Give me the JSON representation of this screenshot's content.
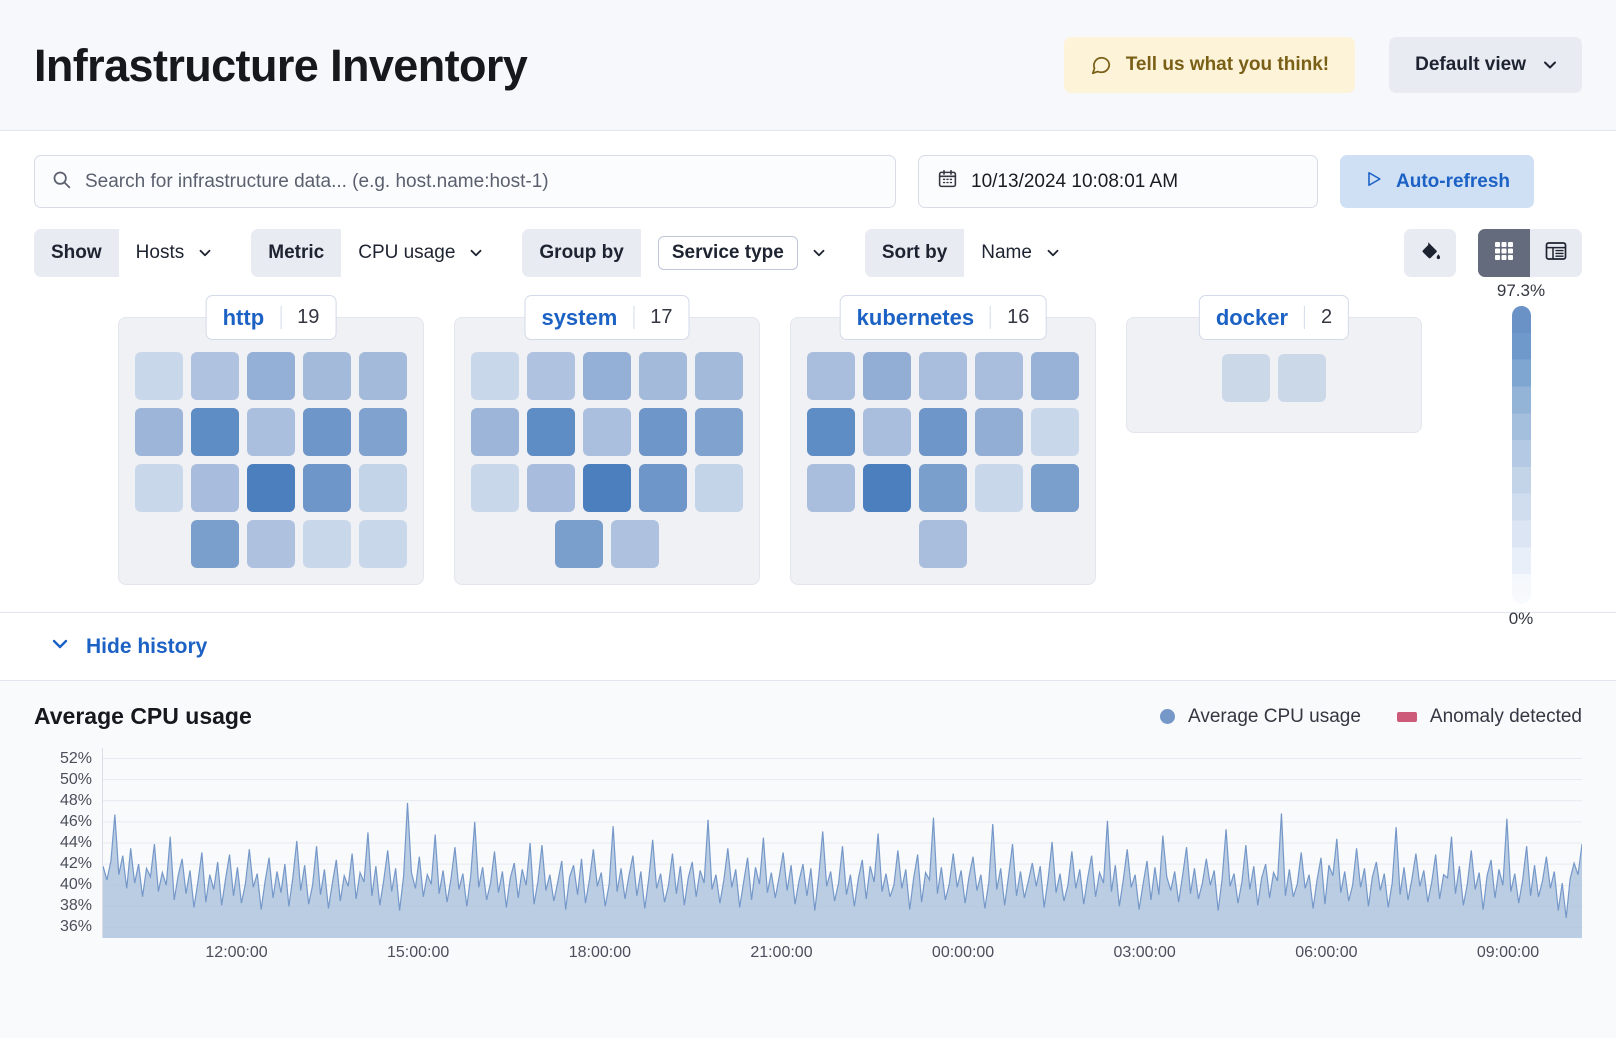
{
  "header": {
    "title": "Infrastructure Inventory",
    "feedback_label": "Tell us what you think!",
    "view_label": "Default view"
  },
  "toolbar": {
    "search_placeholder": "Search for infrastructure data... (e.g. host.name:host-1)",
    "search_value": "",
    "date_value": "10/13/2024 10:08:01 AM",
    "refresh_label": "Auto-refresh",
    "filters": [
      {
        "label": "Show",
        "value": "Hosts",
        "outlined": false
      },
      {
        "label": "Metric",
        "value": "CPU usage",
        "outlined": false
      },
      {
        "label": "Group by",
        "value": "Service type",
        "outlined": true
      },
      {
        "label": "Sort by",
        "value": "Name",
        "outlined": false
      }
    ],
    "view_modes": {
      "map": "grid-view",
      "table": "table-view",
      "selected": "map"
    }
  },
  "waffle": {
    "legend_max": "97.3%",
    "legend_min": "0%",
    "groups": [
      {
        "name": "http",
        "count": "19",
        "rows": [
          [
            "#C8D7E9",
            "#AFC3E0",
            "#95B0D6",
            "#A3BADB",
            "#A3BADB"
          ],
          [
            "#9CB5D9",
            "#5E8CC4",
            "#AABFDE",
            "#6E96C9",
            "#7FA2CE"
          ],
          [
            "#C8D7E9",
            "#A8BDDD",
            "#4C7FBD",
            "#6E96C9",
            "#C4D4E8"
          ],
          [
            "#7B9FCC",
            "#AEC2E0",
            "#C8D7E9",
            "#C8D7E9"
          ]
        ]
      },
      {
        "name": "system",
        "count": "17",
        "rows": [
          [
            "#C8D7E9",
            "#AFC3E0",
            "#95B0D6",
            "#A3BADB",
            "#A3BADB"
          ],
          [
            "#9CB5D9",
            "#5E8CC4",
            "#AABFDE",
            "#6E96C9",
            "#7FA2CE"
          ],
          [
            "#C8D7E9",
            "#A8BDDD",
            "#4C7FBD",
            "#6E96C9",
            "#C4D4E8"
          ],
          [
            "#7B9FCC",
            "#AEC2E0"
          ]
        ]
      },
      {
        "name": "kubernetes",
        "count": "16",
        "rows": [
          [
            "#A9BEDD",
            "#93AED5",
            "#A9BEDD",
            "#A9BEDD",
            "#97B1D7"
          ],
          [
            "#5E8CC4",
            "#A9BEDD",
            "#6E96C9",
            "#93AED5",
            "#C8D7E9"
          ],
          [
            "#A9BEDD",
            "#4C7FBD",
            "#7B9FCC",
            "#C8D7E9",
            "#7B9FCC"
          ],
          [
            "#A9BEDD"
          ]
        ]
      },
      {
        "name": "docker",
        "count": "2",
        "rows": [
          [
            "#CBD8E8",
            "#CBD8E8"
          ]
        ]
      }
    ]
  },
  "history": {
    "toggle_label": "Hide history"
  },
  "chart_data": {
    "type": "area",
    "title": "Average CPU usage",
    "xlabel": "",
    "ylabel": "",
    "grid": true,
    "legend_position": "top-right",
    "legend": [
      {
        "name": "Average CPU usage",
        "color": "#7598C9",
        "marker": "dot"
      },
      {
        "name": "Anomaly detected",
        "color": "#CC5A78",
        "marker": "square"
      }
    ],
    "ylim": [
      35,
      53
    ],
    "ytick_labels": [
      "52%",
      "50%",
      "48%",
      "46%",
      "44%",
      "42%",
      "40%",
      "38%",
      "36%"
    ],
    "ytick_values": [
      52,
      50,
      48,
      46,
      44,
      42,
      40,
      38,
      36
    ],
    "xtick_labels": [
      "12:00:00",
      "15:00:00",
      "18:00:00",
      "21:00:00",
      "00:00:00",
      "03:00:00",
      "06:00:00",
      "09:00:00"
    ],
    "xtick_positions": [
      0.0909,
      0.2136,
      0.3364,
      0.4591,
      0.5818,
      0.7045,
      0.8273,
      0.95
    ],
    "series": [
      {
        "name": "Average CPU usage",
        "color": "#7598C9",
        "fill": "#AFC4DE",
        "values": [
          41.8,
          40.5,
          42.3,
          46.7,
          41.0,
          42.8,
          39.7,
          43.5,
          40.2,
          42.0,
          38.9,
          41.6,
          40.8,
          43.9,
          39.4,
          41.2,
          40.0,
          44.6,
          38.6,
          40.9,
          42.5,
          39.2,
          41.4,
          37.9,
          40.3,
          43.1,
          38.4,
          41.0,
          39.6,
          42.2,
          38.1,
          40.6,
          42.9,
          39.0,
          41.7,
          38.3,
          40.1,
          43.4,
          39.8,
          41.1,
          37.7,
          40.4,
          42.6,
          38.8,
          41.3,
          39.3,
          42.0,
          38.0,
          40.7,
          44.2,
          39.5,
          41.9,
          38.2,
          40.0,
          43.7,
          39.1,
          41.5,
          37.8,
          40.2,
          42.4,
          38.5,
          40.9,
          39.9,
          43.0,
          38.7,
          41.2,
          40.3,
          45.0,
          39.0,
          41.8,
          38.1,
          40.5,
          43.3,
          39.4,
          41.6,
          37.6,
          40.8,
          47.8,
          41.2,
          39.7,
          42.7,
          38.9,
          41.0,
          40.1,
          44.8,
          39.2,
          41.4,
          38.4,
          40.6,
          43.6,
          39.6,
          41.1,
          38.0,
          40.9,
          46.0,
          39.8,
          41.7,
          38.6,
          40.2,
          43.2,
          39.3,
          41.3,
          37.9,
          40.7,
          42.1,
          38.8,
          41.5,
          40.0,
          44.0,
          38.2,
          40.4,
          43.8,
          39.5,
          41.0,
          38.5,
          40.3,
          42.3,
          37.7,
          40.8,
          41.9,
          39.1,
          42.5,
          38.3,
          40.5,
          43.4,
          39.9,
          41.2,
          38.0,
          40.1,
          45.6,
          39.4,
          41.6,
          38.7,
          40.9,
          42.8,
          39.0,
          41.3,
          37.8,
          40.6,
          44.3,
          39.7,
          41.1,
          38.4,
          40.0,
          43.0,
          39.2,
          41.8,
          38.1,
          40.7,
          42.2,
          38.9,
          41.4,
          40.2,
          46.2,
          39.6,
          41.0,
          38.3,
          40.5,
          43.5,
          39.8,
          41.5,
          37.9,
          40.3,
          42.6,
          38.6,
          41.7,
          40.1,
          44.5,
          39.3,
          41.2,
          38.8,
          40.8,
          43.1,
          39.5,
          41.9,
          38.2,
          40.4,
          42.0,
          39.0,
          41.6,
          37.6,
          40.9,
          45.1,
          39.9,
          41.3,
          38.5,
          40.2,
          43.7,
          39.1,
          41.0,
          38.0,
          40.6,
          42.4,
          38.7,
          41.8,
          40.3,
          44.9,
          39.4,
          41.1,
          38.9,
          40.0,
          43.3,
          39.7,
          41.5,
          37.7,
          40.7,
          42.9,
          38.4,
          41.2,
          40.5,
          46.4,
          39.2,
          41.7,
          38.6,
          40.1,
          43.0,
          39.8,
          41.4,
          38.3,
          40.8,
          42.7,
          39.5,
          41.0,
          37.8,
          40.3,
          45.8,
          39.6,
          41.6,
          38.1,
          40.9,
          43.9,
          39.0,
          41.3,
          38.8,
          40.4,
          42.1,
          39.9,
          41.8,
          37.9,
          40.6,
          44.1,
          39.3,
          41.1,
          38.5,
          40.0,
          43.2,
          39.7,
          41.5,
          38.2,
          40.7,
          42.8,
          38.9,
          41.2,
          40.2,
          46.1,
          39.4,
          41.9,
          38.0,
          40.5,
          43.4,
          39.8,
          41.0,
          37.7,
          40.1,
          42.3,
          38.6,
          41.7,
          39.1,
          44.7,
          40.8,
          39.5,
          41.3,
          38.4,
          40.9,
          43.6,
          39.2,
          41.6,
          38.7,
          40.2,
          42.5,
          40.0,
          41.4,
          37.6,
          40.6,
          45.3,
          39.9,
          41.1,
          38.3,
          40.3,
          43.8,
          39.6,
          41.8,
          38.1,
          40.7,
          42.0,
          38.8,
          41.2,
          40.4,
          46.8,
          39.0,
          41.5,
          38.9,
          40.1,
          43.1,
          39.7,
          41.0,
          37.8,
          40.5,
          42.6,
          38.2,
          41.9,
          40.9,
          44.4,
          39.3,
          41.3,
          38.5,
          40.0,
          43.5,
          39.8,
          41.6,
          38.0,
          40.8,
          42.2,
          39.5,
          41.1,
          37.9,
          40.2,
          45.5,
          39.1,
          41.7,
          38.6,
          40.6,
          43.0,
          39.9,
          41.4,
          38.4,
          40.3,
          42.9,
          38.7,
          41.0,
          40.7,
          44.6,
          39.2,
          41.8,
          38.1,
          40.1,
          43.3,
          39.6,
          41.2,
          37.7,
          40.9,
          42.4,
          38.8,
          41.5,
          40.0,
          46.3,
          39.4,
          41.1,
          38.3,
          40.5,
          43.7,
          39.0,
          41.9,
          38.9,
          40.4,
          42.7,
          39.7,
          41.3,
          37.6,
          40.2,
          36.9,
          40.6,
          42.1,
          41.0,
          43.9
        ]
      }
    ]
  }
}
